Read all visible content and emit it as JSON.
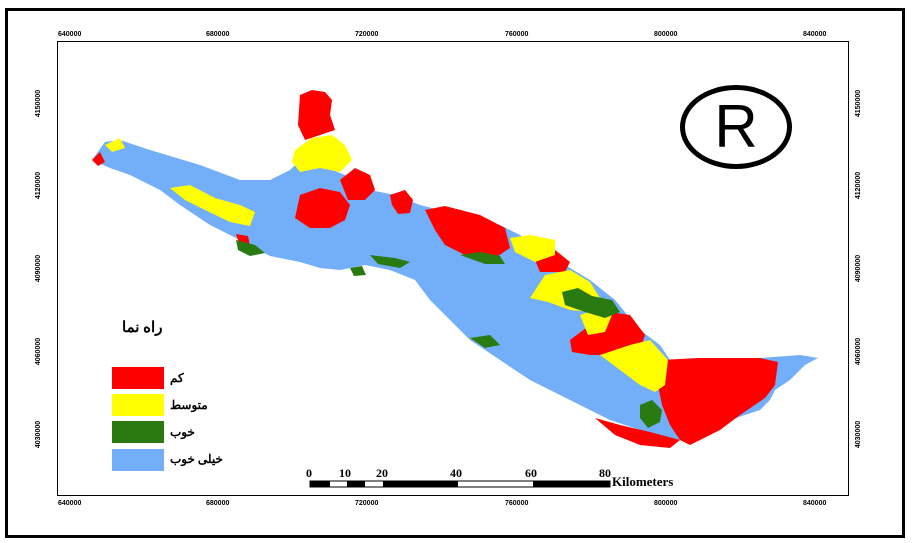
{
  "map": {
    "north_symbol": "R",
    "x_ticks": [
      "640000",
      "680000",
      "720000",
      "760000",
      "800000",
      "840000"
    ],
    "y_ticks": [
      "4150000",
      "4120000",
      "4090000",
      "4060000",
      "4030000"
    ],
    "legend": {
      "title": "راه نما",
      "items": [
        {
          "label": "کم",
          "color": "#ff0000"
        },
        {
          "label": "متوسط",
          "color": "#ffff00"
        },
        {
          "label": "خوب",
          "color": "#2a7a12"
        },
        {
          "label": "خیلی خوب",
          "color": "#72aff8"
        }
      ]
    },
    "scale_bar": {
      "labels": [
        "0",
        "10",
        "20",
        "40",
        "60",
        "80"
      ],
      "unit": "Kilometers"
    }
  }
}
